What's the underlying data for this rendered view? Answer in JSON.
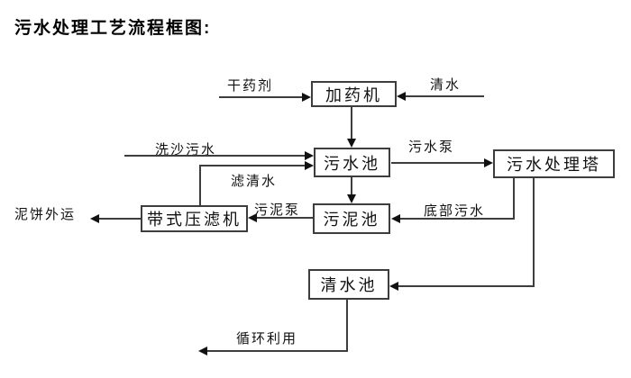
{
  "title": "污水处理工艺流程框图:",
  "nodes": {
    "dosing_machine": "加药机",
    "sewage_pool": "污水池",
    "treatment_tower": "污水处理塔",
    "sludge_pool": "污泥池",
    "belt_filter_press": "带式压滤机",
    "clear_water_pool": "清水池"
  },
  "edge_labels": {
    "dry_chemical": "干药剂",
    "clean_water": "清水",
    "sand_washing_sewage": "洗沙污水",
    "filtered_water": "滤清水",
    "sewage_pump": "污水泵",
    "bottom_sewage": "底部污水",
    "sludge_pump": "污泥泵",
    "mud_cake_out": "泥饼外运",
    "recycle": "循环利用"
  },
  "colors": {
    "line": "#3d3d3d",
    "arrow": "#111111",
    "text": "#000000",
    "background": "#ffffff"
  }
}
